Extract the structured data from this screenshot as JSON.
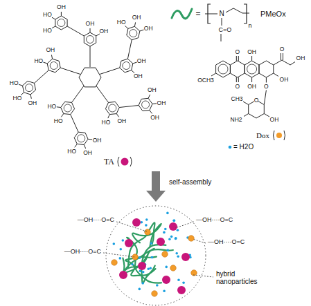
{
  "diagram": {
    "labels": [
      "OH",
      "OH",
      "HO",
      "HO",
      "OH",
      "OH",
      "OH",
      "HO",
      "OH",
      "OH",
      "OH",
      "HO",
      "OH",
      "OH",
      "OH",
      "HO",
      "HO",
      "OH",
      "OH",
      "HO",
      "HO",
      "OH",
      "OH",
      "HO",
      "HO",
      "TA",
      "=",
      "N",
      "n",
      "C=O",
      "PMeOx",
      "O",
      "OH",
      "O",
      "OH",
      "OCH3",
      "O",
      "OH",
      "OH",
      "O",
      "O",
      "CH3",
      "NH2",
      "OH",
      "Dox",
      "= H2O",
      "self-assembly",
      "—OH····O=C",
      "—OH····O=C",
      "—OH····O=C",
      "—OH····O=C",
      "hybrid nanoparticles"
    ]
  }
}
